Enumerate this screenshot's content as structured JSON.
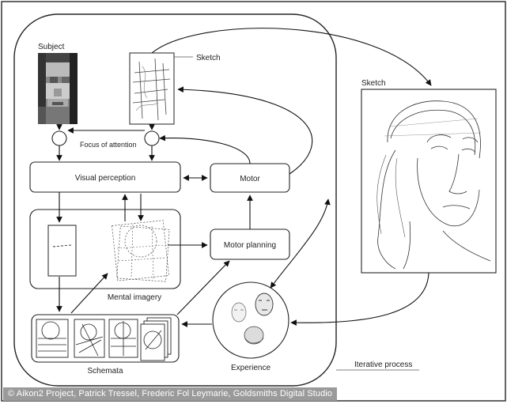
{
  "labels": {
    "subject": "Subject",
    "sketch_small": "Sketch",
    "sketch_large": "Sketch",
    "focus_of_attention": "Focus of attention",
    "visual_perception": "Visual perception",
    "motor": "Motor",
    "motor_planning": "Motor planning",
    "mental_imagery": "Mental imagery",
    "schemata": "Schemata",
    "experience": "Experience",
    "iterative_process": "Iterative process"
  },
  "credit": "© Aikon2 Project, Patrick Tressel, Frederic Fol Leymarie, Goldsmiths Digital Studio"
}
